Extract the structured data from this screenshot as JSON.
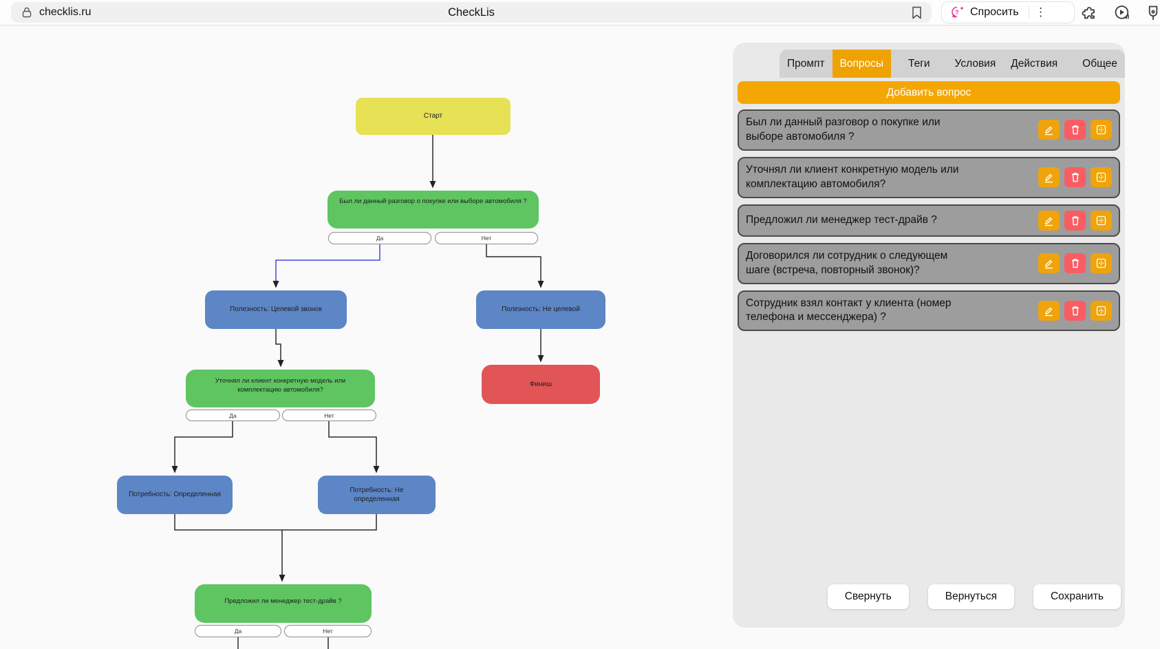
{
  "browser": {
    "url": "checklis.ru",
    "page_title": "CheckLis",
    "ask_button_label": "Спросить",
    "kebab_glyph": "⋮",
    "icons": [
      "lock-icon",
      "bookmark-icon",
      "ask-chat-icon",
      "kebab-menu-icon",
      "extensions-puzzle-icon",
      "replay-stats-icon",
      "key-icon"
    ]
  },
  "panel": {
    "tabs": [
      {
        "label": "Промпт",
        "active": false
      },
      {
        "label": "Вопросы",
        "active": true
      },
      {
        "label": "Теги",
        "active": false
      },
      {
        "label": "Условия",
        "active": false
      },
      {
        "label": "Действия",
        "active": false
      },
      {
        "label": "Общее",
        "active": false
      }
    ],
    "add_question_button": "Добавить вопрос",
    "questions": [
      "Был ли данный разговор о покупке или выборе автомобиля ?",
      "Уточнял ли клиент конкретную модель или комплектацию автомобиля?",
      "Предложил ли менеджер тест-драйв ?",
      "Договорился ли сотрудник о следующем шаге (встреча, повторный звонок)?",
      "Сотрудник взял контакт у клиента (номер телефона и мессенджера) ?"
    ],
    "card_action_icons": [
      "edit-pencil-icon",
      "delete-trash-icon",
      "grid-icon"
    ],
    "footer_buttons": [
      "Свернуть",
      "Вернуться",
      "Сохранить"
    ]
  },
  "flowchart": {
    "start_label": "Старт",
    "finish_label": "Финиш",
    "yes_label": "Да",
    "no_label": "Нет",
    "q1": "Был ли данный разговор о покупке или выборе автомобиля ?",
    "q2": "Уточнял ли клиент конкретную модель или комплектацию автомобиля?",
    "q3": "Предложил ли менеджер тест-драйв ?",
    "useful_target": "Полезность: Целевой звонок",
    "useful_nontarget": "Полезность: Не целевой",
    "need_defined": "Потребность: Определенная",
    "need_undefined": "Потребность: Не определенная"
  },
  "colors": {
    "accent_orange": "#f4a702",
    "active_tab": "#efa303",
    "delete_red": "#f95d63",
    "node_start_yellow": "#e6e155",
    "node_question_green": "#5ec561",
    "node_result_blue": "#5c86c6",
    "node_finish_red": "#e15556",
    "edge_selected_blue": "#4545e2",
    "edge_black": "#2b2b2b",
    "card_gray": "#9d9d9d",
    "panel_gray": "#e9e9e9"
  }
}
